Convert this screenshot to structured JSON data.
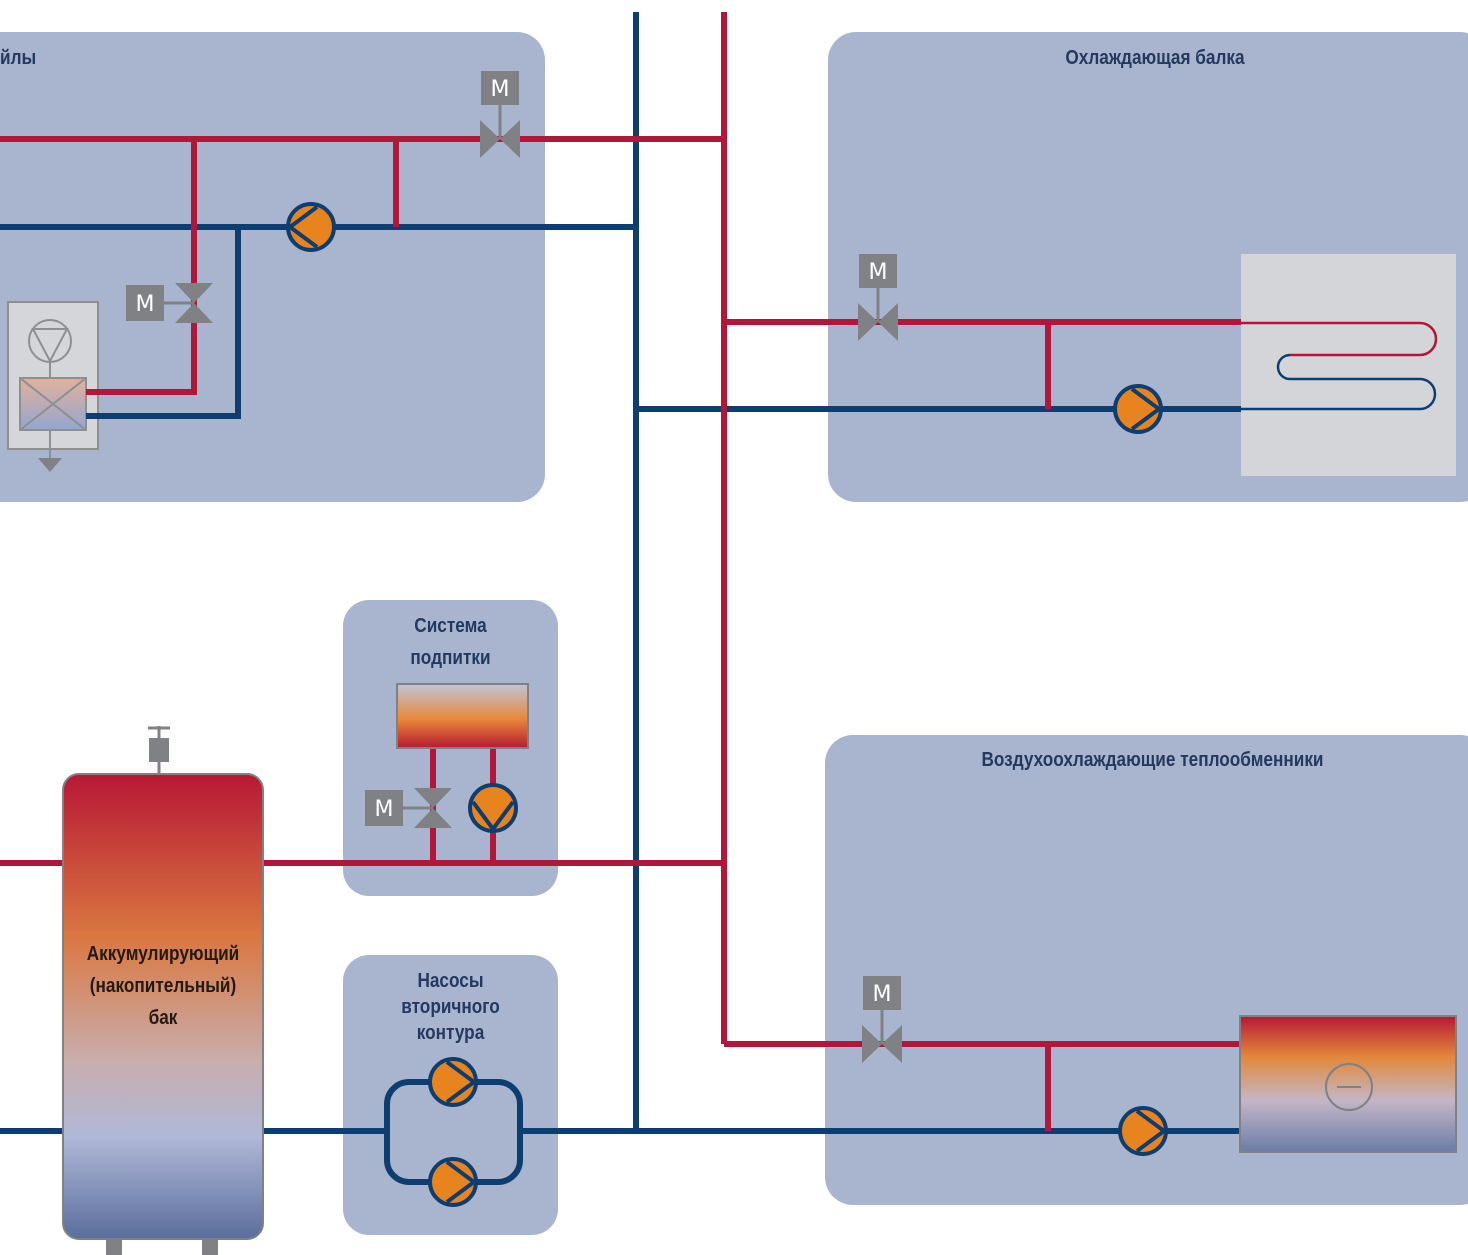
{
  "panels": {
    "fan_coils": {
      "title": "йлы"
    },
    "cooling_beam": {
      "title": "Охлаждающая балка"
    },
    "makeup": {
      "title_line1": "Система",
      "title_line2": "подпитки"
    },
    "secondary_pumps": {
      "title_line1": "Насосы",
      "title_line2": "вторичного",
      "title_line3": "контура"
    },
    "air_coolers": {
      "title": "Воздухоохлаждающие теплообменники"
    }
  },
  "tank": {
    "line1": "Аккумулирующий",
    "line2": "(накопительный)",
    "line3": "бак"
  },
  "valve_motor_label": "M",
  "colors": {
    "panel": "#a9b5cf",
    "supply_red": "#b0173b",
    "return_blue": "#0e3e70",
    "pump_orange": "#e8841e",
    "valve_grey": "#7f8184"
  }
}
